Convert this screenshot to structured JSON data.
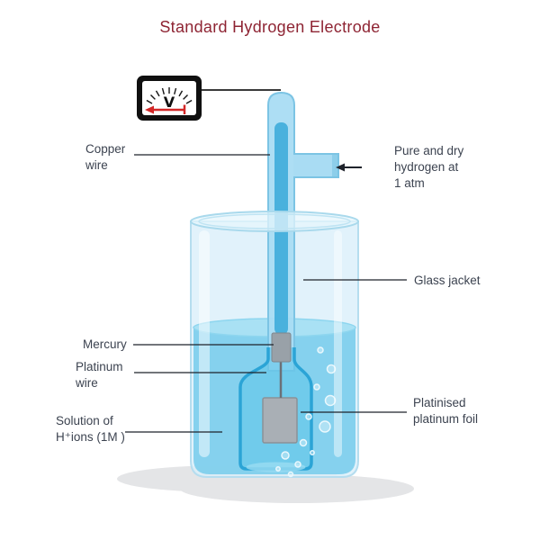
{
  "title": "Standard Hydrogen Electrode",
  "voltmeter": {
    "label": "V"
  },
  "labels": {
    "copper_wire": "Copper\nwire",
    "hydrogen_inlet": "Pure and dry\nhydrogen at\n1 atm",
    "glass_jacket": "Glass jacket",
    "mercury": "Mercury",
    "platinum_wire": "Platinum\nwire",
    "solution": "Solution of\nH⁺ions (1M )",
    "platinum_foil": "Platinised\nplatinum foil"
  },
  "colors": {
    "title_text": "#8e2433",
    "label_text": "#3c4350",
    "glass": "#d9effa",
    "liquid": "#7bcdec",
    "inner_tube": "#49b1dd",
    "bell_glass": "#5cc3e8",
    "metal_gray": "#99a1a8",
    "needle_red": "#d32727"
  }
}
